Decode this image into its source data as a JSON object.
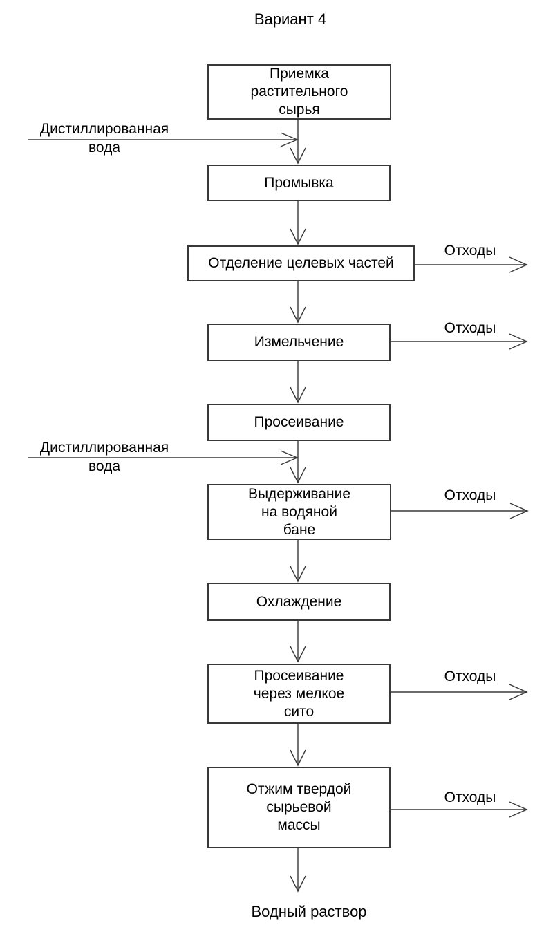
{
  "title": "Вариант 4",
  "boxes": [
    "Приемка\nрастительного\nсырья",
    "Промывка",
    "Отделение целевых частей",
    "Измельчение",
    "Просеивание",
    "Выдерживание\nна водяной\nбане",
    "Охлаждение",
    "Просеивание\nчерез мелкое\nсито",
    "Отжим твердой\nсырьевой\nмассы"
  ],
  "inputs": [
    "Дистиллированная\nвода",
    "Дистиллированная\nвода"
  ],
  "waste_labels": [
    "Отходы",
    "Отходы",
    "Отходы",
    "Отходы",
    "Отходы"
  ],
  "final_output": "Водный раствор",
  "colors": {
    "line": "#383838",
    "text": "#000000",
    "background": "#ffffff"
  }
}
